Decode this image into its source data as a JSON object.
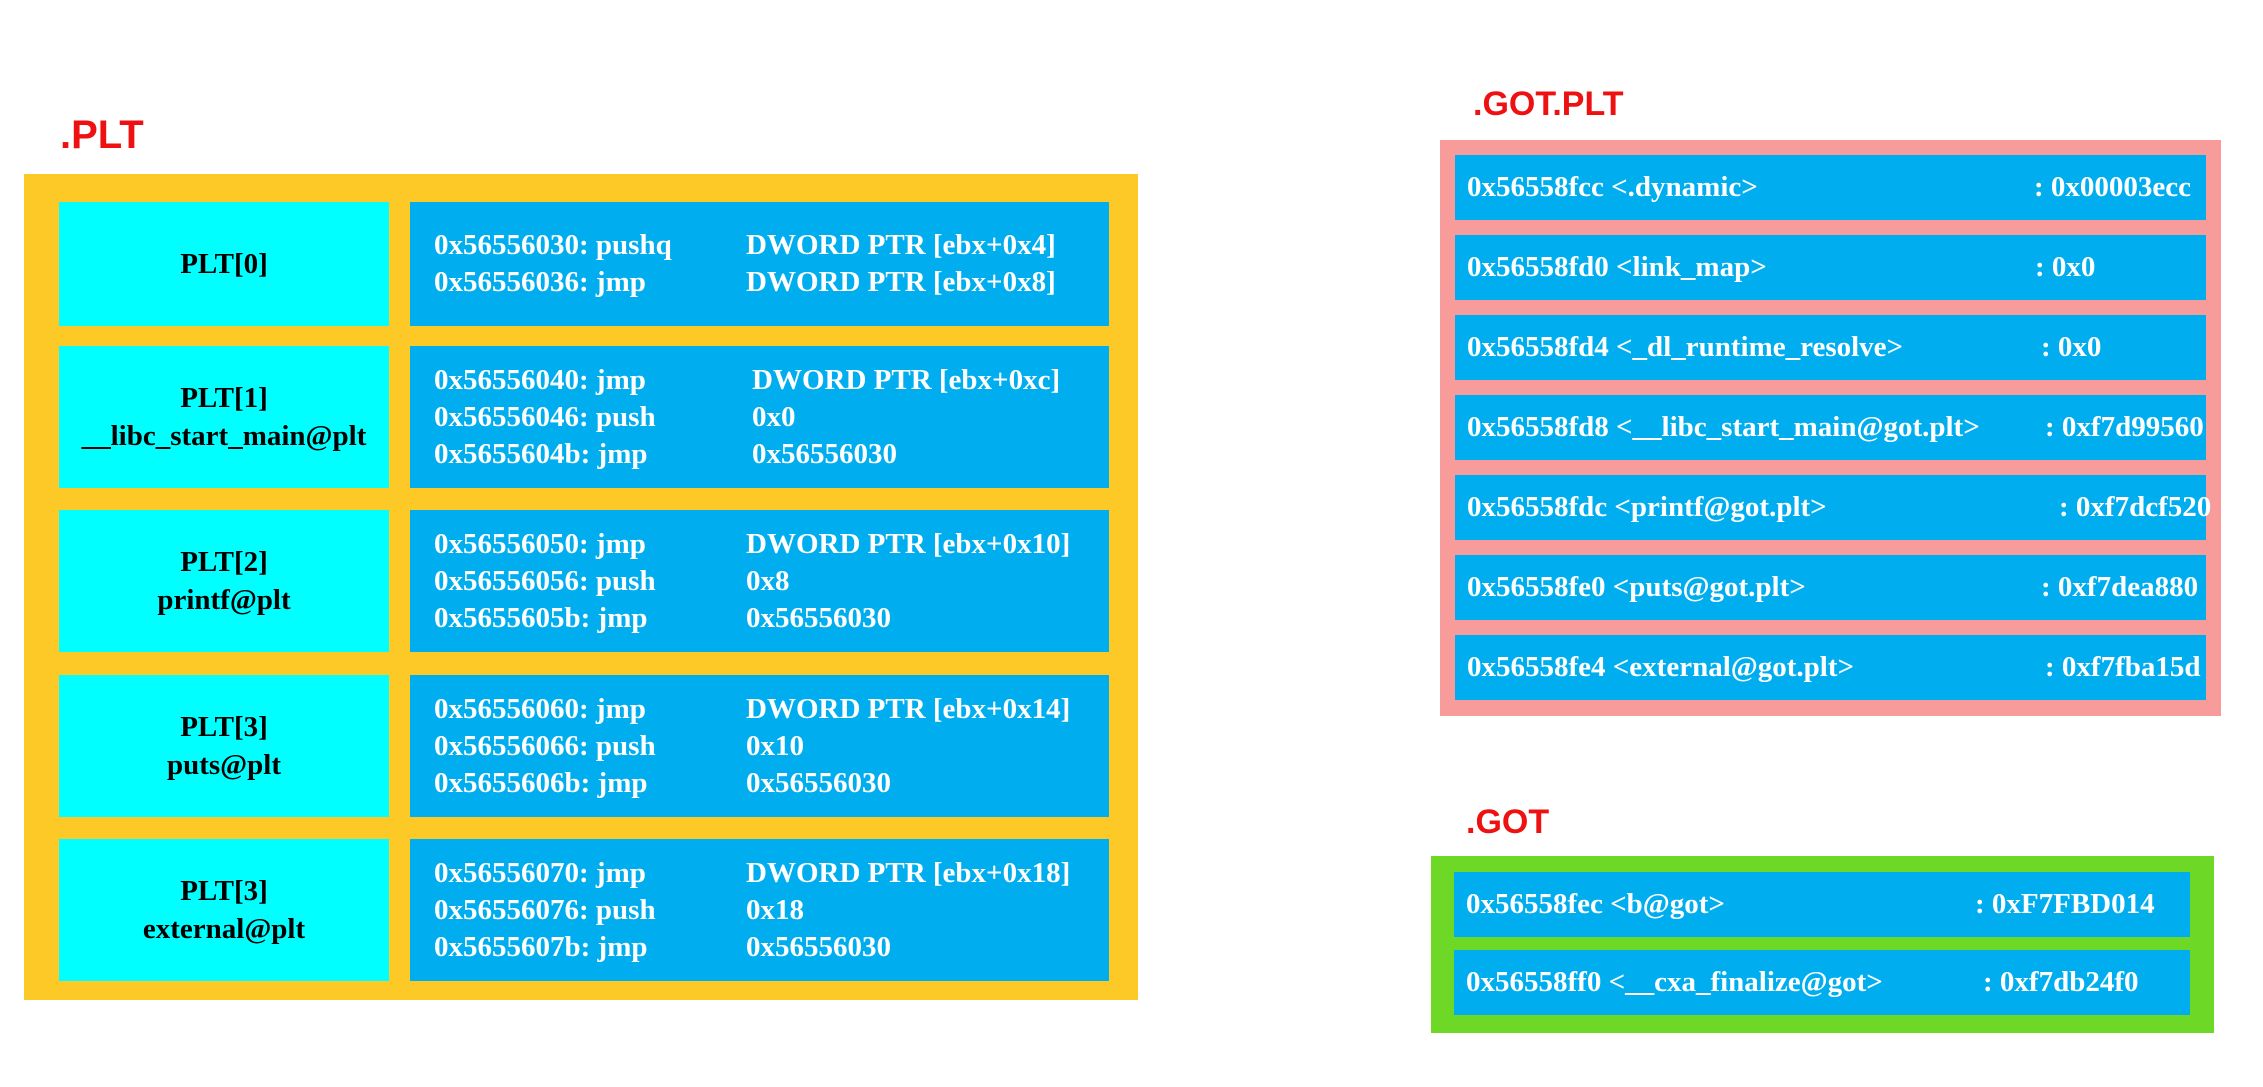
{
  "plt": {
    "title": ".PLT",
    "entries": [
      {
        "label": "PLT[0]",
        "sublabel": "",
        "instructions": [
          {
            "addr": "0x56556030: pushq",
            "operand": "DWORD PTR [ebx+0x4]"
          },
          {
            "addr": "0x56556036: jmp",
            "operand": "DWORD PTR [ebx+0x8]"
          }
        ]
      },
      {
        "label": "PLT[1]",
        "sublabel": "__libc_start_main@plt",
        "instructions": [
          {
            "addr": "0x56556040: jmp",
            "operand": "DWORD PTR [ebx+0xc]"
          },
          {
            "addr": "0x56556046: push",
            "operand": "0x0"
          },
          {
            "addr": "0x5655604b: jmp",
            "operand": "0x56556030"
          }
        ]
      },
      {
        "label": "PLT[2]",
        "sublabel": "printf@plt",
        "instructions": [
          {
            "addr": "0x56556050: jmp",
            "operand": "DWORD PTR [ebx+0x10]"
          },
          {
            "addr": "0x56556056: push",
            "operand": "0x8"
          },
          {
            "addr": "0x5655605b: jmp",
            "operand": "0x56556030"
          }
        ]
      },
      {
        "label": "PLT[3]",
        "sublabel": "puts@plt",
        "instructions": [
          {
            "addr": "0x56556060: jmp",
            "operand": "DWORD PTR [ebx+0x14]"
          },
          {
            "addr": "0x56556066: push",
            "operand": "0x10"
          },
          {
            "addr": "0x5655606b: jmp",
            "operand": "0x56556030"
          }
        ]
      },
      {
        "label": "PLT[3]",
        "sublabel": "external@plt",
        "instructions": [
          {
            "addr": "0x56556070: jmp",
            "operand": "DWORD PTR [ebx+0x18]"
          },
          {
            "addr": "0x56556076: push",
            "operand": "0x18"
          },
          {
            "addr": "0x5655607b: jmp",
            "operand": "0x56556030"
          }
        ]
      }
    ]
  },
  "got_plt": {
    "title": ".GOT.PLT",
    "entries": [
      {
        "symbol": "0x56558fcc <.dynamic>",
        "value": ": 0x00003ecc"
      },
      {
        "symbol": "0x56558fd0 <link_map>",
        "value": ": 0x0"
      },
      {
        "symbol": "0x56558fd4 <_dl_runtime_resolve>",
        "value": ": 0x0"
      },
      {
        "symbol": "0x56558fd8 <__libc_start_main@got.plt>",
        "value": ": 0xf7d99560"
      },
      {
        "symbol": "0x56558fdc <printf@got.plt>",
        "value": ": 0xf7dcf520"
      },
      {
        "symbol": "0x56558fe0 <puts@got.plt>",
        "value": ": 0xf7dea880"
      },
      {
        "symbol": "0x56558fe4 <external@got.plt>",
        "value": ": 0xf7fba15d"
      }
    ]
  },
  "got": {
    "title": ".GOT",
    "entries": [
      {
        "symbol": "0x56558fec <b@got>",
        "value": ":  0xF7FBD014"
      },
      {
        "symbol": "0x56558ff0 <__cxa_finalize@got>",
        "value": ":  0xf7db24f0"
      }
    ]
  }
}
